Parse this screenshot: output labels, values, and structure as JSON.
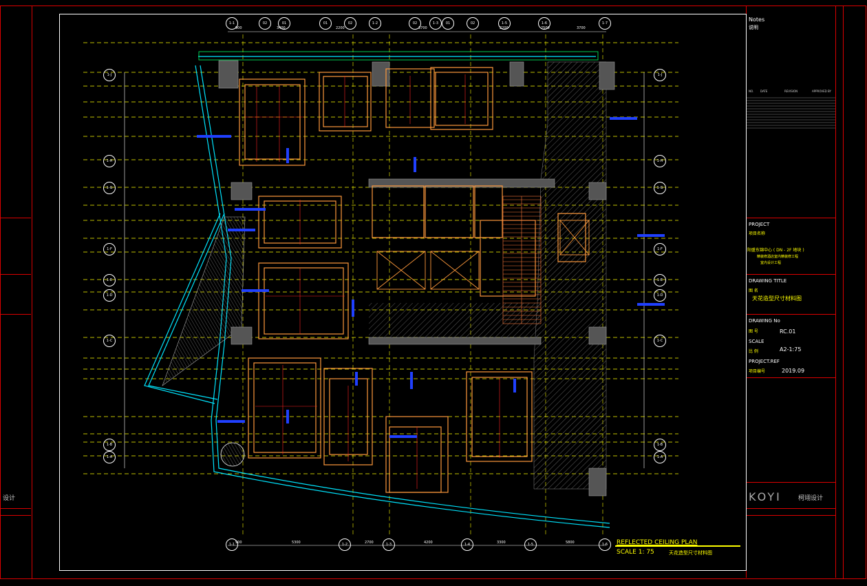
{
  "notes": {
    "heading": "Notes",
    "sub": "说明"
  },
  "left_panel": {
    "footer": "设计"
  },
  "revision_table": {
    "headers": [
      "NO.",
      "DATE",
      "REVISION",
      "APPROVED BY"
    ]
  },
  "project": {
    "label": "PROJECT",
    "label_cn": "项目名称",
    "name_line1": "阳盛东锦中心 ( DN - 2F 地块 )",
    "name_line2": "精装修酒店室内精装修工程",
    "name_line3": "室内设计工程"
  },
  "drawing_title": {
    "label": "DRAWING TITLE",
    "label_cn": "图  名",
    "value": "天花造型尺寸材料图"
  },
  "drawing_no": {
    "label": "DRAWING No",
    "label_cn": "图  号",
    "value": "RC.01"
  },
  "scale": {
    "label": "SCALE",
    "label_cn": "比  例",
    "value": "A2-1:75"
  },
  "project_ref": {
    "label": "PROJECT.REF",
    "label_cn": "项目编号",
    "value": "2019.09"
  },
  "logo": {
    "brand": "KOYI",
    "brand_cn": "柯翊设计"
  },
  "plan": {
    "title": "REFLECTED CEILING PLAN",
    "scale_text": "SCALE 1: 75",
    "title_cn": "天花造型尺寸材料图",
    "top_axes": [
      "1-1",
      "02",
      "01",
      "01",
      "02",
      "1-2",
      "02",
      "1-3",
      "01",
      "02",
      "1-5",
      "1-6",
      "1-7"
    ],
    "bottom_axes": [
      "1-1",
      "1-2",
      "1-3",
      "1-4",
      "1-5",
      "1-6"
    ],
    "left_axes": [
      "1-J",
      "1-H",
      "1-G",
      "1-F",
      "1-E",
      "1-D",
      "1-C",
      "1-B",
      "1-A"
    ],
    "right_axes": [
      "1-J",
      "1-H",
      "1-G",
      "1-F",
      "1-E",
      "1-D",
      "1-C",
      "1-B",
      "1-A"
    ],
    "top_dims": [
      "900",
      "3400",
      "2200",
      "3700",
      "2200",
      "2500",
      "3700"
    ],
    "bottom_dims": [
      "900",
      "5300",
      "2700",
      "4200",
      "3300",
      "5800"
    ]
  }
}
